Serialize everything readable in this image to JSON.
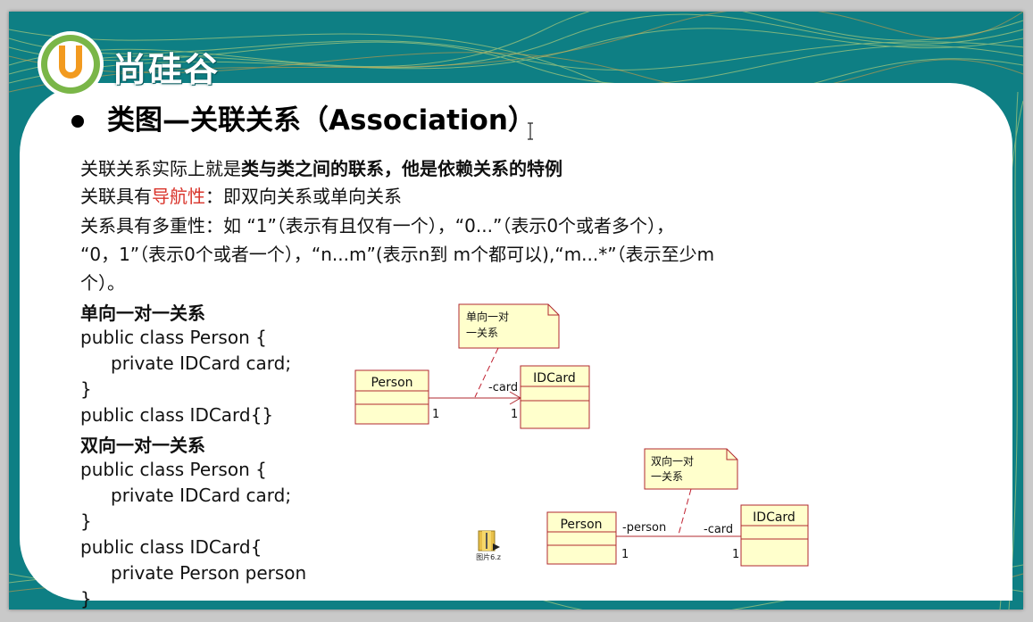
{
  "logo": {
    "letter": "U",
    "text": "尚硅谷"
  },
  "title": "类图—关联关系（Association）",
  "lines": {
    "l1_a": "关联关系实际上就是",
    "l1_b": "类与类之间的联系，他是依赖关系的特例",
    "l2_a": "关联具有",
    "l2_b": "导航性",
    "l2_c": "：即双向关系或单向关系",
    "l3": "关系具有多重性：如 “1”（表示有且仅有一个），“0...”（表示0个或者多个），",
    "l4": "“0，1”（表示0个或者一个），“n...m”(表示n到 m个都可以),“m...*”（表示至少m",
    "l5": "个）。"
  },
  "code": {
    "h1": "单向一对一关系",
    "c1": "public class Person {",
    "c2": "    private IDCard card;",
    "c3": "}",
    "c4": "public class IDCard{}",
    "h2": "双向一对一关系",
    "c5": "public class Person {",
    "c6": "    private IDCard card;",
    "c7": "}",
    "c8": "public class IDCard{",
    "c9": "    private Person person",
    "c10": "}"
  },
  "diagram1": {
    "note_line1": "单向一对",
    "note_line2": "一关系",
    "class_a": "Person",
    "class_b": "IDCard",
    "role": "-card",
    "mult_a": "1",
    "mult_b": "1"
  },
  "diagram2": {
    "note_line1": "双向一对",
    "note_line2": "一关系",
    "class_a": "Person",
    "class_b": "IDCard",
    "role_a": "-person",
    "role_b": "-card",
    "mult_a": "1",
    "mult_b": "1"
  },
  "file": {
    "label": "图片6.z"
  },
  "colors": {
    "teal": "#0e7f84",
    "uml_fill": "#ffffcc",
    "uml_border": "#b0282f",
    "accent_red": "#d9342b",
    "logo_green": "#7ab648",
    "logo_orange": "#f29a1f"
  }
}
